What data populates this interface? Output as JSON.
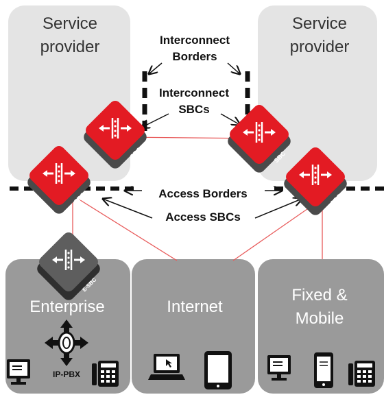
{
  "boxes": {
    "left_provider": {
      "line1": "Service",
      "line2": "provider"
    },
    "right_provider": {
      "line1": "Service",
      "line2": "provider"
    },
    "enterprise": {
      "label": "Enterprise"
    },
    "internet": {
      "label": "Internet"
    },
    "fixed_mobile": {
      "line1": "Fixed &",
      "line2": "Mobile"
    }
  },
  "annotations": {
    "interconnect_borders": {
      "line1": "Interconnect",
      "line2": "Borders"
    },
    "interconnect_sbcs": {
      "line1": "Interconnect",
      "line2": "SBCs"
    },
    "access_borders": "Access Borders",
    "access_sbcs": "Access SBCs"
  },
  "devices": {
    "sbc_label": "SBC",
    "esbc_label": "E-SBC",
    "ippbx_label": "IP-PBX"
  },
  "colors": {
    "cloud_top": "#e4e4e4",
    "cloud_bottom": "#9a9a9a",
    "sbc_red": "#e31b23",
    "sbc_shadow": "#4a4a4a",
    "esbc_body": "#5e5e5e",
    "link_red": "#e85a5a",
    "border_dash": "#111111"
  },
  "icons": [
    "sbc-icon",
    "esbc-icon",
    "ippbx-icon",
    "desktop-computer-icon",
    "phone-icon",
    "laptop-icon",
    "tablet-icon",
    "smartphone-icon"
  ]
}
